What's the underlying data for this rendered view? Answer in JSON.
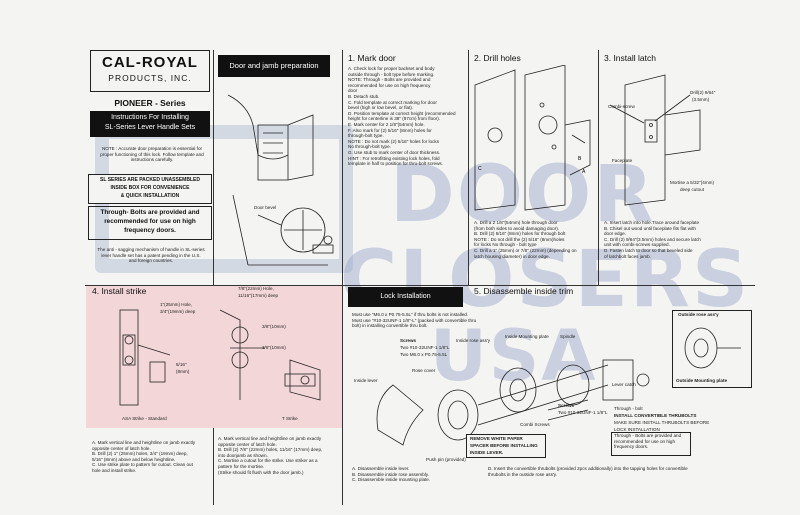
{
  "brand": {
    "name": "CAL-ROYAL",
    "sub": "PRODUCTS, INC.",
    "series": "PIONEER - Series"
  },
  "intro": {
    "instructions_title_1": "Instructions For Installing",
    "instructions_title_2": "SL-Series Lever Handle Sets",
    "note": "NOTE : Accurate door preparation is essential for proper functioning of this lock. Follow template and instructions carefully.",
    "packed_1": "SL SERIES ARE PACKED UNASSEMBLED",
    "packed_2": "INSIDE BOX FOR CONVENIENCE",
    "packed_3": "& QUICK INSTALLATION",
    "thru_1": "Through- Bolts are provided and",
    "thru_2": "recommended for use on high",
    "thru_3": "frequency doors.",
    "patent": "The anti - sagging mechanism of handle in SL-series lever handle set has a patent pending in the U.S. and foreign countries."
  },
  "sections": {
    "door_jamb": "Door and jamb preparation",
    "mark_door": "1. Mark door",
    "drill_holes": "2. Drill holes",
    "install_latch": "3. Install latch",
    "install_strike": "4. Install strike",
    "lock_installation": "Lock Installation",
    "disassemble": "5. Disassemble inside trim"
  },
  "mark_door_steps": [
    "A. Check lock for proper backset and body",
    "outside through - bolt type before marking.",
    "NOTE: Through - Bolts are provided and",
    "recommended for use on high frequency",
    "door",
    "B. Detach stub.",
    "C. Fold template at correct marking for door",
    "bevel (high or low bevel, or flat).",
    "D. Position template at correct height (recommended",
    "height for centerline is 38\" (97cm) from floor).",
    "E. Mark center for 2 1/8\"(54mm) hole.",
    "F. Also mark for (2) 5/16\" (8mm) holes for",
    "through-bolt type.",
    "NOTE : Do not mark (2) 5/16\" holes for locks",
    "No through-bolt type.",
    "G. Use stub to mark center of door thickness.",
    "HINT : For retrofitting existing lock holes, fold",
    "template in half to position for thru-bolt screws."
  ],
  "drill_steps": [
    "A. Drill a 2 1/8\"(54mm) hole through door",
    "(from both sides to avoid damaging door).",
    "B. Drill (2) 5/16\" (8mm) holes for through bolt",
    "NOTE : Do not drill the (2) 5/16\" (8mm)holes",
    "for locks No through - bolt type",
    "C. Drill a 1\" (25mm) or 7/8\" (22mm) (depending on",
    "latch housing diameter) in door edge."
  ],
  "latch_steps": [
    "A. Insert latch into hole.Trace around faceplate",
    "B. Chisel out wood until faceplate fits flat with",
    "door edge.",
    "C. Drill (2) 9/64\"(3.5mm) holes and secure latch",
    "unit with combi-screws supplied.",
    "D. Fasten latch to door so that beveled side",
    "of latchbolt faces jamb."
  ],
  "strike_steps_left": [
    "A. Mark vertical line and heightline on jamb exactly",
    "opposite center of latch hole.",
    "B. Drill (2) 1\" (25mm) holes, 3/4\" (19mm) deep,",
    "5/16\" (8mm) above and below heightline.",
    "C. Use strike plate to pattern for cutout. Clean out",
    "hole and install strike."
  ],
  "strike_steps_right": [
    "A. Mark vertical line and heightline on jamb exactly",
    "opposite center of latch hole.",
    "B. Drill (2) 7/8\" (22mm) holes, 11/16\" (17mm) deep,",
    "into doorjamb as shown.",
    "C. Mortise a cutout for the strike. Use striker as a",
    "pattern for the mortise.",
    "(Strike should fit flush with the door jamb.)"
  ],
  "lock_notes": [
    "Must use \"M6.0 x P0.75-5.5L\" if thru bolts is not installed.",
    "Must use \"#10-32UNF-1 1/8\"-L\" (packed with convertible thru",
    "bolt) in installing convertible thru bolt."
  ],
  "disassemble_steps": [
    "A. Disassemble inside lever.",
    "B. Disassemble inside rose assembly.",
    "C. Disassemble inside mounting plate."
  ],
  "thru_step": "D. Insert the convertible thrubolts (provided 2pcs additionally) into the tapping holes for convertible thrubolts in the outside rose ass'y.",
  "labels": {
    "door_bevel": "Door bevel",
    "combi_screw": "Combi-screw",
    "drill_size": "Drill(2) 9/64\"",
    "drill_size2": "(3.5mm)",
    "faceplate": "Faceplate",
    "mortise": "Mortise a 5/32\"(4mm)",
    "mortise2": "deep cutout",
    "asa_strike": "ASA Strike - Standard",
    "t_strike": "T Strike",
    "hole_1": "1\"(25mm) Hole,",
    "hole_1b": "3/4\"(19mm) deep",
    "hole_2": "7/8\"(22mm) Hole,",
    "hole_2b": "11/16\"(17mm) deep",
    "dim_8mm": "5/16\"",
    "dim_8mm_b": "(8mm)",
    "dim_10mm": "3/8\"(10mm)",
    "screws": "Screws",
    "screws_1": "Two #10-32UNF-1 1/8\"L",
    "screws_2": "Two M6.0 x P0.75-5.5L",
    "inside_rose": "Inside rose ass'y",
    "inside_plate": "Inside Mounting plate",
    "spindle": "Spindle",
    "rose_cover": "Rose cover",
    "inside_lever": "Inside lever",
    "outside_rose": "Outside rose ass'y",
    "outside_plate": "Outside Mounting plate",
    "lever_catch": "Lever catch",
    "combi_screws": "Combi Screws",
    "screws_b": "Screws",
    "screws_b2": "Two #10-32UNF-1 1/8\"L",
    "through_bolt": "Through - bolt",
    "install_conv": "INSTALL CONVERTIBLE THRUBOLTS",
    "install_conv2": "MAKE SURE INSTALL THRUBOLTS BEFORE",
    "install_conv3": "LOCK INSTALLATION",
    "thru_box": "Through - Bolts are provided and recommended for use on high frequency doors.",
    "remove_1": "REMOVE WHITE PAPER",
    "remove_2": "SPACER BEFORE INSTALLING",
    "remove_3": "INSIDE LEVER.",
    "push_pin": "Push pin (provided)"
  },
  "watermark": {
    "line1": "DOOR",
    "line2": "CLOSERS",
    "line3": "USA"
  }
}
